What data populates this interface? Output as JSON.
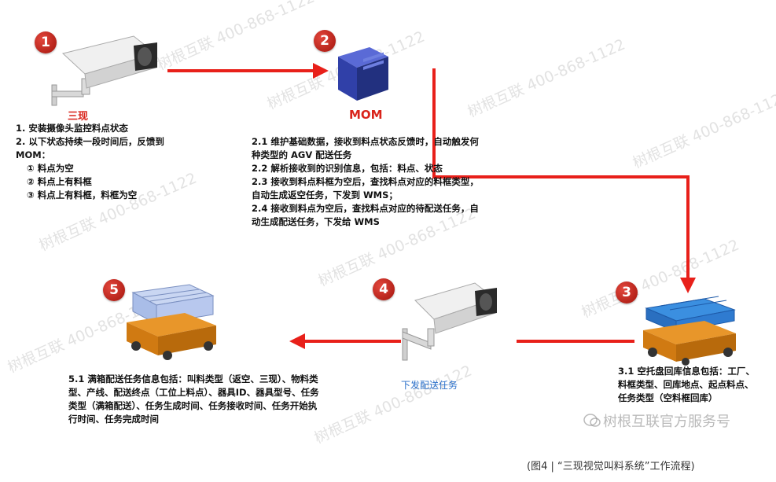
{
  "step1": {
    "badge": "1",
    "label": "三现",
    "lines": [
      "1. 安装摄像头监控料点状态",
      "2. 以下状态持续一段时间后，反馈到",
      "MOM：",
      "① 料点为空",
      "② 料点上有料框",
      "③ 料点上有料框，料框为空"
    ]
  },
  "step2": {
    "badge": "2",
    "label": "MOM",
    "lines": [
      "2.1 维护基础数据，接收到料点状态反馈时，自动触发何",
      "种类型的 AGV 配送任务",
      "2.2 解析接收到的识别信息，包括：料点、状态",
      "2.3 接收到料点料框为空后，查找料点对应的料框类型，",
      "自动生成返空任务，下发到 WMS；",
      "2.4 接收到料点为空后，查找料点对应的待配送任务，自",
      "动生成配送任务，下发给 WMS"
    ]
  },
  "step3": {
    "badge": "3",
    "lines": [
      "3.1 空托盘回库信息包括：工厂、",
      "料框类型、回库地点、起点料点、",
      "任务类型（空料框回库）"
    ]
  },
  "step4": {
    "badge": "4",
    "label": "下发配送任务"
  },
  "step5": {
    "badge": "5",
    "lines": [
      "5.1 满箱配送任务信息包括：叫料类型（返空、三现）、物料类",
      "型、产线、配送终点（工位上料点）、器具ID、器具型号、任务",
      "类型（满箱配送）、任务生成时间、任务接收时间、任务开始执",
      "行时间、任务完成时间"
    ]
  },
  "watermark_text": "树根互联 400-868-1122",
  "brand_watermark": "树根互联官方服务号",
  "caption": "(图4 | “三现视觉叫料系统”工作流程)",
  "colors": {
    "arrow": "#e8201a",
    "badge": "#c0261c",
    "mom": "#d9241b",
    "task_label": "#2a6fc9"
  }
}
